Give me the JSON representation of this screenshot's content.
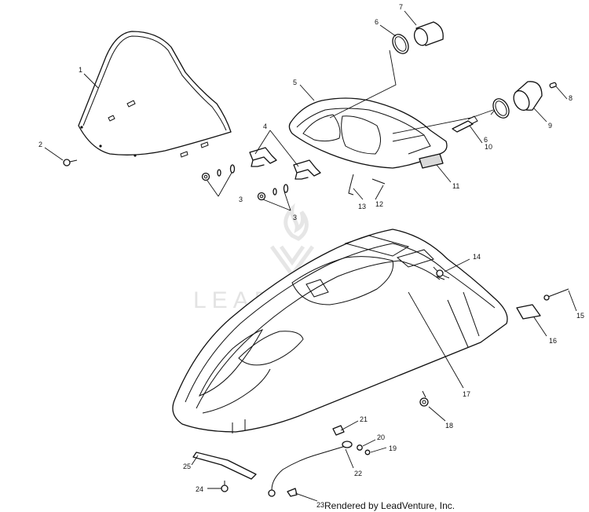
{
  "watermark": {
    "brand": "LEADVENTURE",
    "logo_icon": "leadventure-flame-logo-icon"
  },
  "footer": {
    "rendered_by": "Rendered by LeadVenture, Inc."
  },
  "colors": {
    "line": "#111111",
    "background": "#ffffff",
    "watermark": "#e3e3e3"
  },
  "callouts": {
    "c1": "1",
    "c2": "2",
    "c3a": "3",
    "c3b": "3",
    "c4": "4",
    "c5": "5",
    "c6a": "6",
    "c6b": "6",
    "c7": "7",
    "c8": "8",
    "c9": "9",
    "c10": "10",
    "c11": "11",
    "c12": "12",
    "c13": "13",
    "c14": "14",
    "c15": "15",
    "c16": "16",
    "c17": "17",
    "c18": "18",
    "c19": "19",
    "c20": "20",
    "c21": "21",
    "c22": "22",
    "c23": "23",
    "c24": "24",
    "c25": "25"
  }
}
